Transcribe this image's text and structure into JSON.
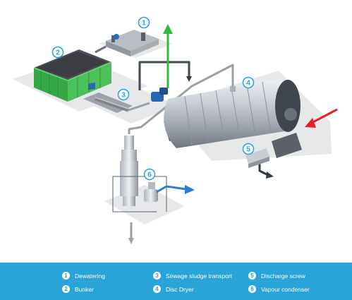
{
  "markers": [
    {
      "num": "1"
    },
    {
      "num": "2"
    },
    {
      "num": "3"
    },
    {
      "num": "4"
    },
    {
      "num": "5"
    },
    {
      "num": "6"
    }
  ],
  "legend": {
    "items": [
      {
        "num": "1",
        "label": "Dewatering"
      },
      {
        "num": "2",
        "label": "Bunker"
      },
      {
        "num": "3",
        "label": "Sewage sludge transport"
      },
      {
        "num": "4",
        "label": "Disc Dryer"
      },
      {
        "num": "5",
        "label": "Discharge screw"
      },
      {
        "num": "6",
        "label": "Vapour condenser"
      }
    ]
  },
  "colors": {
    "accent": "#29a3d8",
    "legend_bg": "#29a3d8",
    "bunker_green": "#3cb44a",
    "arrow_green": "#2ebd3a",
    "arrow_red": "#e3222b",
    "arrow_blue": "#2a7fc9",
    "pipe_dark": "#333a44",
    "pipe_grey": "#9aa0a6",
    "floor": "#e6e8ea"
  }
}
